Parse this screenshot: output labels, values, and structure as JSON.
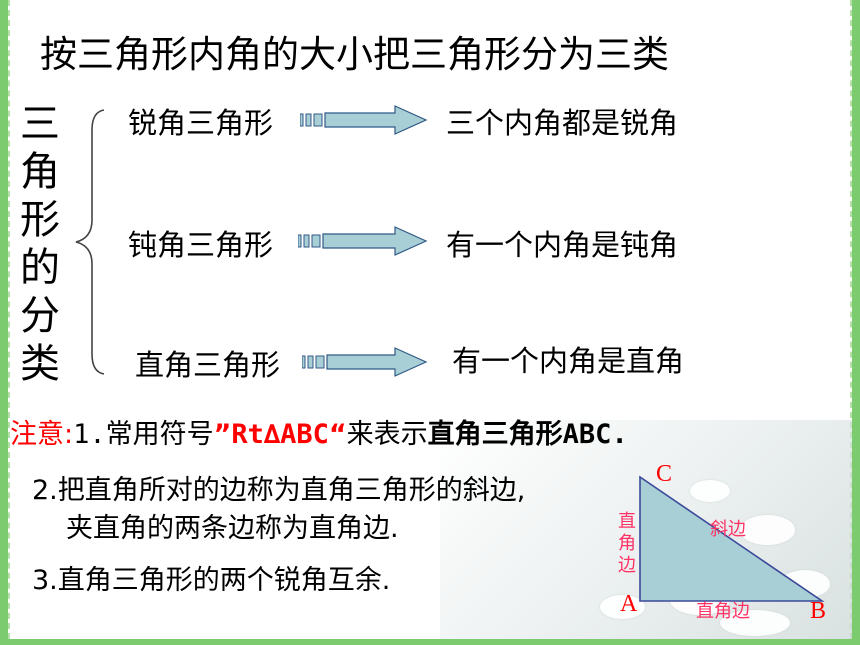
{
  "title": "按三角形内角的大小把三角形分为三类",
  "vertical_label": [
    "三",
    "角",
    "形",
    "的",
    "分",
    "类"
  ],
  "categories": [
    {
      "name": "锐角三角形",
      "description": "三个内角都是锐角"
    },
    {
      "name": "钝角三角形",
      "description": "有一个内角是钝角"
    },
    {
      "name": "直角三角形",
      "description": "有一个内角是直角"
    }
  ],
  "notes": {
    "label": "注意:",
    "note1": {
      "number": "1.",
      "prefix": "常用符号",
      "open_quote": "”",
      "symbol": "Rt∆ABC",
      "close_quote": "“",
      "middle": "来表示",
      "emphasis": "直角三角形",
      "suffix": "ABC."
    },
    "note2_line1": "2.把直角所对的边称为直角三角形的斜边,",
    "note2_line2": "夹直角的两条边称为直角边.",
    "note3": "3.直角三角形的两个锐角互余."
  },
  "triangle": {
    "vertex_c": "C",
    "vertex_a": "A",
    "vertex_b": "B",
    "label_hypotenuse": "斜边",
    "label_leg_vertical": [
      "直",
      "角",
      "边"
    ],
    "label_leg_horizontal": "直角边",
    "colors": {
      "fill": "#a9cfd6",
      "stroke": "#3b4a9a",
      "label_red": "#ff0000",
      "label_pink": "#ff3366"
    }
  }
}
